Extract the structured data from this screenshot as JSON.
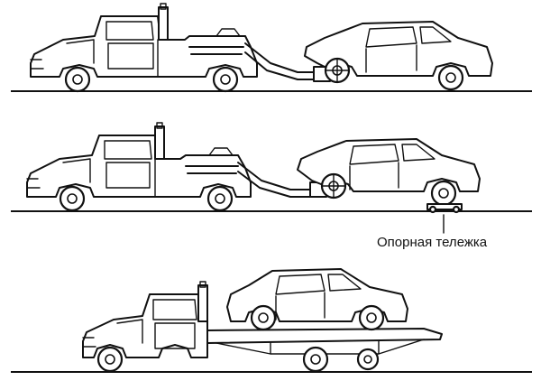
{
  "diagram": {
    "callout_label": "Опорная тележка",
    "ink_color": "#111111",
    "background_color": "#ffffff",
    "scenes": [
      {
        "id": "wheel-lift-rear-wheels-on-road",
        "vehicles": [
          "tow-truck",
          "towed-car"
        ]
      },
      {
        "id": "wheel-lift-with-dolly",
        "vehicles": [
          "tow-truck",
          "towed-car",
          "support-dolly"
        ]
      },
      {
        "id": "flatbed",
        "vehicles": [
          "flatbed-truck",
          "car-on-bed"
        ]
      }
    ]
  }
}
